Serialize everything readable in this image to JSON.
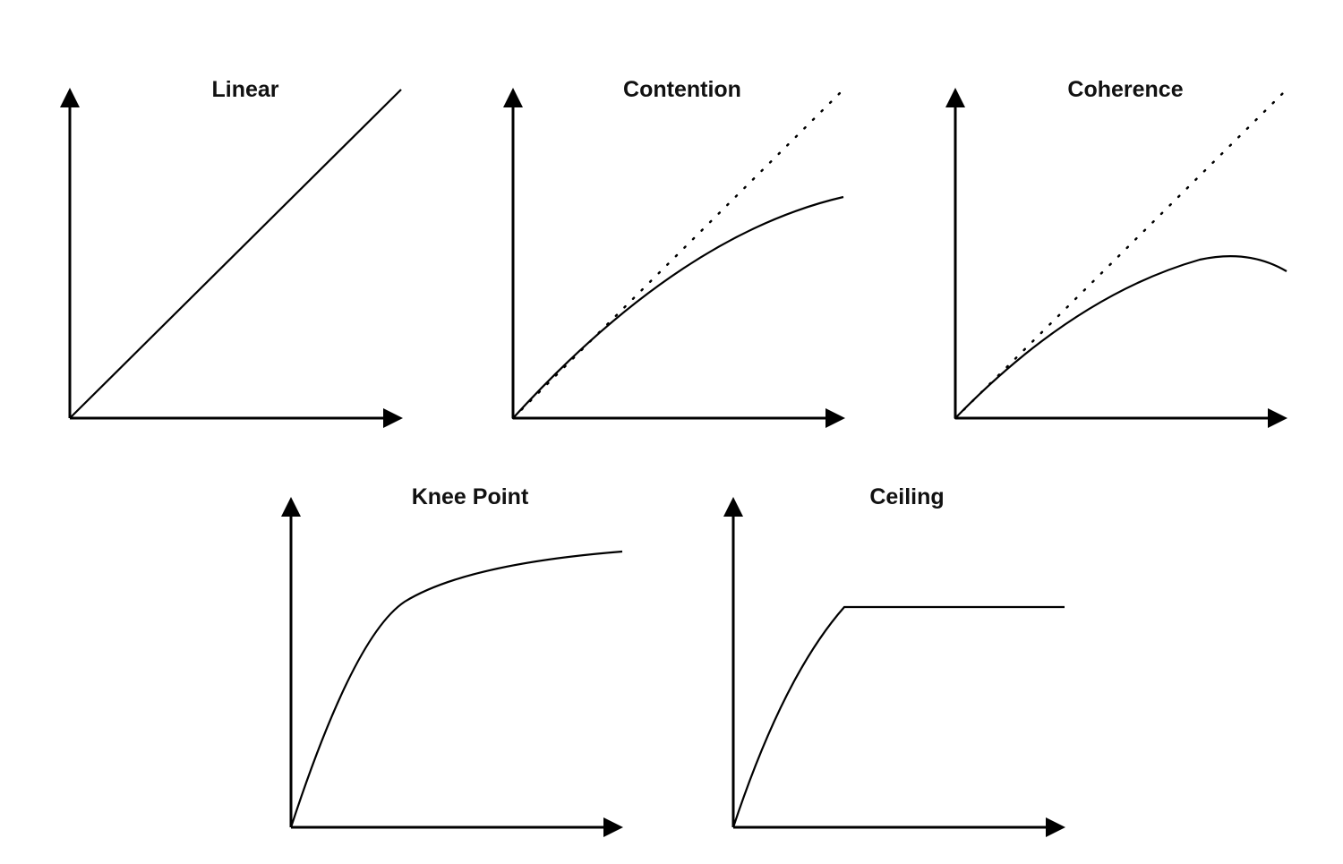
{
  "panels": [
    {
      "title": "Linear"
    },
    {
      "title": "Contention"
    },
    {
      "title": "Coherence"
    },
    {
      "title": "Knee Point"
    },
    {
      "title": "Ceiling"
    }
  ]
}
